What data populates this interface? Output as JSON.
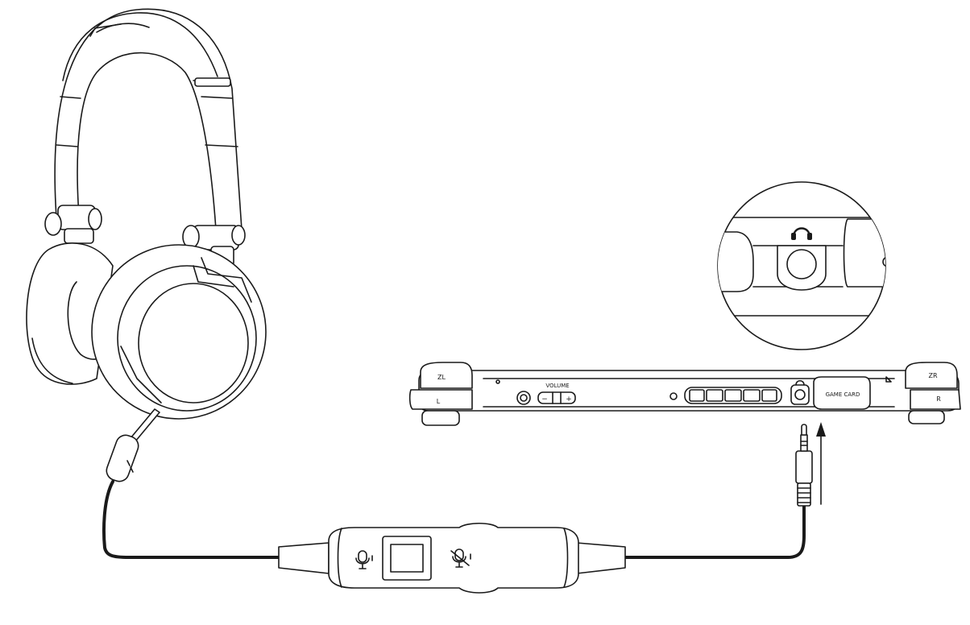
{
  "figure": {
    "description_free": true,
    "console_labels": {
      "zl": "ZL",
      "l": "L",
      "zr": "ZR",
      "r": "R",
      "volume": "VOLUME",
      "volume_minus": "−",
      "volume_plus": "+",
      "game_card": "GAME CARD"
    },
    "stroke_color": "#1a1a1a",
    "background_color": "#ffffff"
  }
}
